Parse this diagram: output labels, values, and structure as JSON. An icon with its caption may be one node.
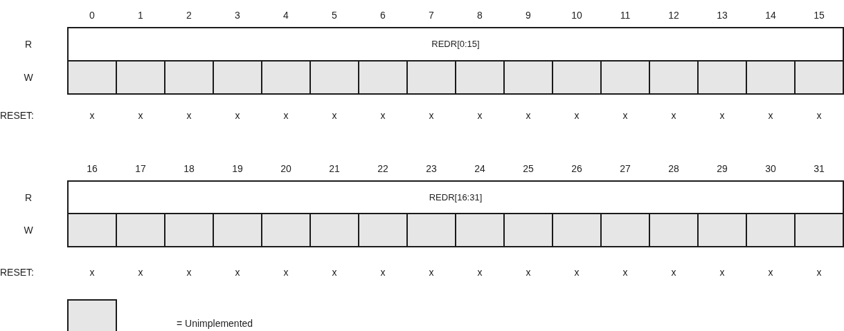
{
  "diagram": {
    "nodes": [
      {
        "text": [
          "REDR[0:15]"
        ]
      },
      {
        "text": [],
        "shape": "box"
      },
      {
        "text": [],
        "shape": "box"
      },
      {
        "text": [],
        "shape": "box"
      },
      {
        "text": [],
        "shape": "box"
      },
      {
        "text": [],
        "shape": "box"
      },
      {
        "text": [],
        "shape": "box"
      },
      {
        "text": [],
        "shape": "box"
      },
      {
        "text": [],
        "shape": "box"
      },
      {
        "text": [],
        "shape": "box"
      },
      {
        "text": [],
        "shape": "box"
      },
      {
        "text": [],
        "shape": "box"
      },
      {
        "text": [],
        "shape": "box"
      },
      {
        "text": [],
        "shape": "box"
      },
      {
        "text": [],
        "shape": "box"
      },
      {
        "text": [],
        "shape": "box"
      },
      {
        "text": [],
        "shape": "box"
      },
      {
        "text": [
          "REDR[16:31]"
        ]
      },
      {
        "text": [],
        "shape": "box"
      },
      {
        "text": [],
        "shape": "box"
      },
      {
        "text": [],
        "shape": "box"
      },
      {
        "text": [],
        "shape": "box"
      },
      {
        "text": [],
        "shape": "box"
      },
      {
        "text": [],
        "shape": "box"
      },
      {
        "text": [],
        "shape": "box"
      },
      {
        "text": [],
        "shape": "box"
      },
      {
        "text": [],
        "shape": "box"
      },
      {
        "text": [],
        "shape": "box"
      },
      {
        "text": [],
        "shape": "box"
      },
      {
        "text": [],
        "shape": "box"
      },
      {
        "text": [],
        "shape": "box"
      },
      {
        "text": [],
        "shape": "box"
      },
      {
        "text": [],
        "shape": "box"
      },
      {
        "text": [],
        "shape": "box"
      }
    ],
    "labels": [
      "0",
      "1",
      "2",
      "3",
      "4",
      "5",
      "6",
      "7",
      "8",
      "9",
      "10",
      "11",
      "12",
      "13",
      "14",
      "15",
      "R",
      "W",
      "RESET:",
      "x",
      "x",
      "x",
      "x",
      "x",
      "x",
      "x",
      "x",
      "x",
      "x",
      "x",
      "x",
      "x",
      "x",
      "x",
      "x",
      "16",
      "17",
      "18",
      "19",
      "20",
      "21",
      "22",
      "23",
      "24",
      "25",
      "26",
      "27",
      "28",
      "29",
      "30",
      "31",
      "R",
      "W",
      "RESET:",
      "x",
      "x",
      "x",
      "x",
      "x",
      "x",
      "x",
      "x",
      "x",
      "x",
      "x",
      "x",
      "x",
      "x",
      "x",
      "x"
    ],
    "legend": [
      {
        "text": "= Unimplemented",
        "color": "#e6e6e6"
      }
    ]
  }
}
